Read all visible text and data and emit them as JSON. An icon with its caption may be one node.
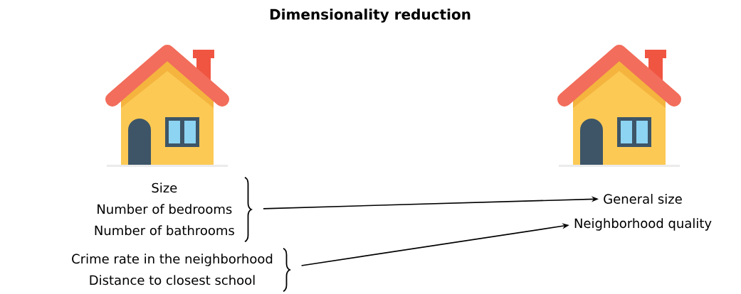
{
  "diagram": {
    "title": "Dimensionality reduction",
    "nodes": [
      {
        "text": [
          "Size",
          "Number of bedrooms",
          "Number of bathrooms"
        ]
      },
      {
        "text": [
          "Crime rate in the neighborhood",
          "Distance to closest school"
        ]
      },
      {
        "text": [
          "General size"
        ]
      },
      {
        "text": [
          "Neighborhood quality"
        ]
      }
    ],
    "edges": [
      {
        "from": 0,
        "to": 2,
        "arrow": "to"
      },
      {
        "from": 1,
        "to": 3,
        "arrow": "to"
      }
    ]
  }
}
